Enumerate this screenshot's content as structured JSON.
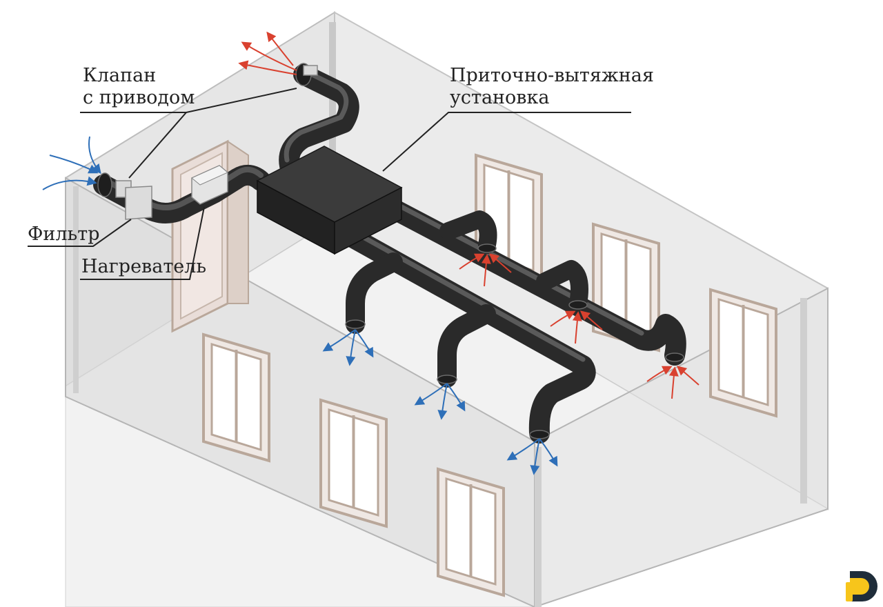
{
  "labels": {
    "valve_line1": "Клапан",
    "valve_line2": "с приводом",
    "unit_line1": "Приточно-вытяжная",
    "unit_line2": "установка",
    "filter": "Фильтр",
    "heater": "Нагреватель"
  },
  "colors": {
    "supply_arrow": "#2e6fb8",
    "exhaust_arrow": "#d9412f",
    "duct": "#3a3a3a",
    "unit": "#2a2a2a",
    "wall_fill": "#e4e4e4",
    "wall_edge": "#b9b9b9",
    "window_frame": "#b9a79a",
    "logo_yellow": "#f7c51b",
    "logo_dark": "#1f2d3a"
  },
  "icons": {
    "supply": "blue-arrow-icon",
    "exhaust": "red-arrow-icon",
    "logo": "brand-logo-icon"
  }
}
